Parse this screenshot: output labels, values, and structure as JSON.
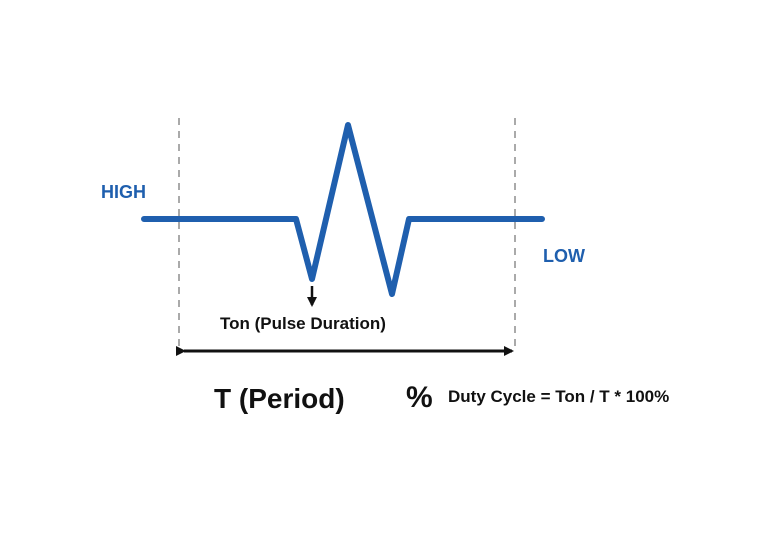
{
  "labels": {
    "high": "HIGH",
    "low": "LOW",
    "ton": "Ton (Pulse Duration)",
    "period": "T (Period)",
    "percent_sign": "%",
    "duty_cycle_formula": "Duty Cycle = Ton / T * 100%"
  },
  "colors": {
    "signal": "#1f5fae",
    "label_blue": "#1f5fae",
    "guide_line": "#aaaaaa",
    "arrow": "#111111",
    "text": "#111111"
  }
}
